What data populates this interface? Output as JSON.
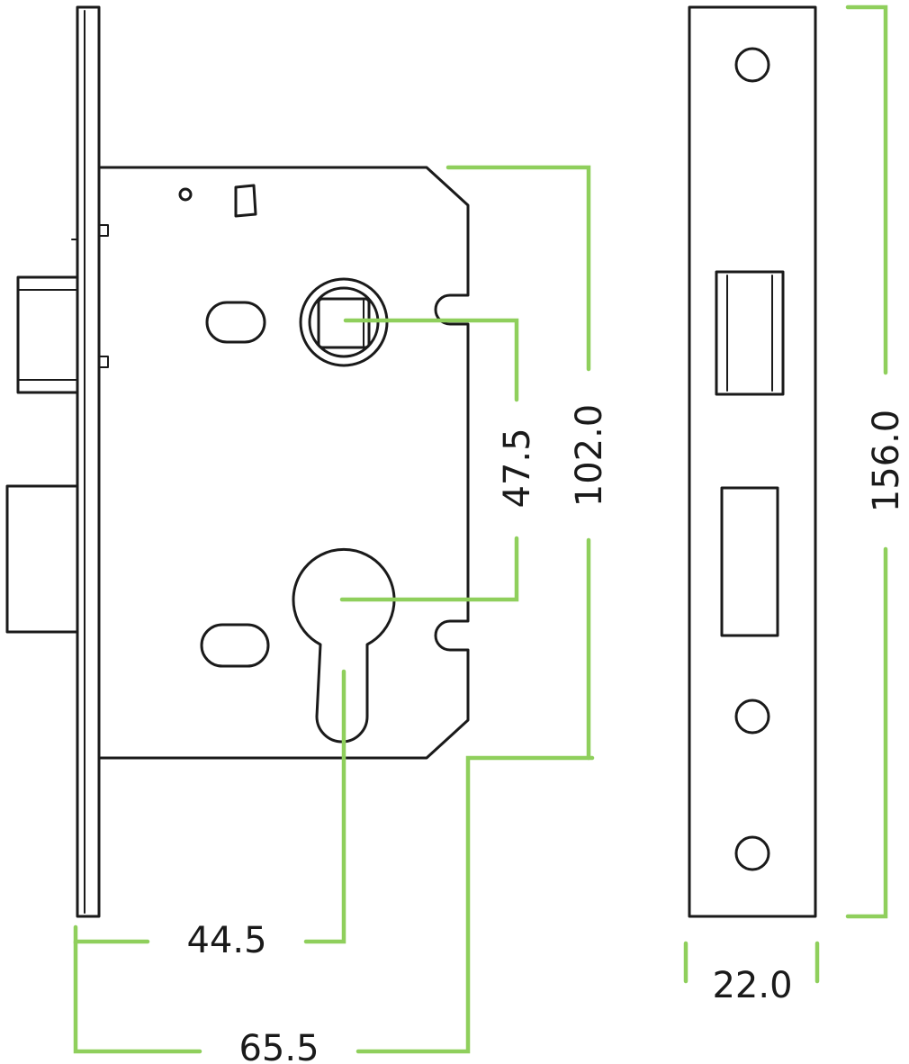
{
  "colors": {
    "outline": "#1a1a1a",
    "dimension": "#8fcf5c",
    "background": "#ffffff"
  },
  "dimensions": {
    "backset_44_5": "44.5",
    "case_depth_65_5": "65.5",
    "centre_47_5": "47.5",
    "case_height_102_0": "102.0",
    "forend_height_156_0": "156.0",
    "forend_width_22_0": "22.0"
  }
}
